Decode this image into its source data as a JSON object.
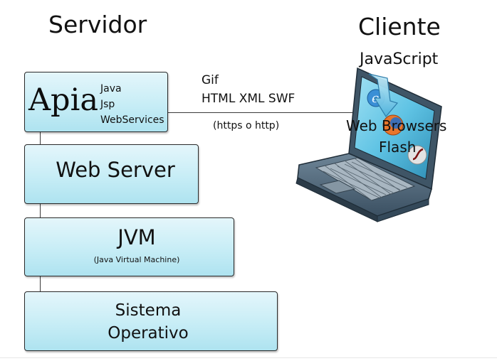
{
  "server": {
    "heading": "Servidor",
    "apia": {
      "logo": "Apia",
      "technologies": [
        "Java",
        "Jsp",
        "WebServices"
      ]
    },
    "web_server": {
      "label": "Web Server"
    },
    "jvm": {
      "title": "JVM",
      "subtitle": "(Java Virtual Machine)"
    },
    "os": {
      "line1": "Sistema",
      "line2": "Operativo"
    }
  },
  "transfer": {
    "formats": [
      "Gif",
      "HTML XML SWF"
    ],
    "protocol": "(https o http)"
  },
  "client": {
    "heading": "Cliente",
    "script": "JavaScript",
    "browsers": "Web Browsers",
    "flash": "Flash"
  },
  "colors": {
    "box_fill_top": "#e4f6fb",
    "box_fill_bottom": "#aee3f0",
    "laptop_body": "#4b6478",
    "laptop_screen": "#5fc3e4"
  },
  "icons": [
    "laptop-icon",
    "arrow-down-icon",
    "ie-logo-icon",
    "firefox-logo-icon",
    "flash-logo-icon"
  ]
}
